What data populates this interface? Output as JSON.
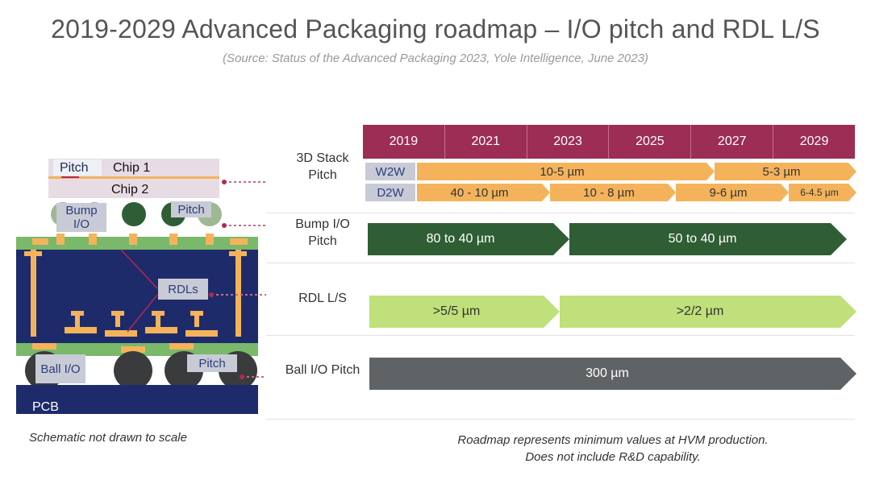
{
  "title": "2019-2029 Advanced Packaging roadmap – I/O pitch and RDL L/S",
  "subtitle": "(Source: Status of the Advanced Packaging 2023, Yole Intelligence, June 2023)",
  "years": [
    "2019",
    "2021",
    "2023",
    "2025",
    "2027",
    "2029"
  ],
  "rows": {
    "stack": {
      "label": "3D Stack Pitch",
      "w2w": {
        "tag": "W2W",
        "seg1": "10-5 µm",
        "seg2": "5-3 µm"
      },
      "d2w": {
        "tag": "D2W",
        "seg1": "40 - 10 µm",
        "seg2": "10 - 8 µm",
        "seg3": "9-6 µm",
        "seg4": "6-4.5 µm"
      }
    },
    "bump": {
      "label": "Bump I/O Pitch",
      "seg1": "80 to 40 µm",
      "seg2": "50 to 40 µm"
    },
    "rdl": {
      "label": "RDL L/S",
      "seg1": ">5/5 µm",
      "seg2": ">2/2 µm"
    },
    "ball": {
      "label": "Ball I/O Pitch",
      "seg1": "300 µm"
    }
  },
  "schematic": {
    "pitch_top": "Pitch",
    "chip1": "Chip 1",
    "chip2": "Chip 2",
    "bump": "Bump I/O",
    "pitch_bump": "Pitch",
    "rdls": "RDLs",
    "ball": "Ball I/O",
    "pitch_ball": "Pitch",
    "pcb": "PCB"
  },
  "notes": {
    "left": "Schematic not drawn to scale",
    "right_line1": "Roadmap represents minimum values at HVM production.",
    "right_line2": "Does not include R&D capability."
  },
  "colors": {
    "year_bar": "#9c2d55",
    "orange": "#f4b35b",
    "dark_green": "#2f5e34",
    "light_green": "#bfe07a",
    "gray": "#606366",
    "substrate_blue": "#1e2b6b",
    "green_layer": "#7ab86a"
  }
}
